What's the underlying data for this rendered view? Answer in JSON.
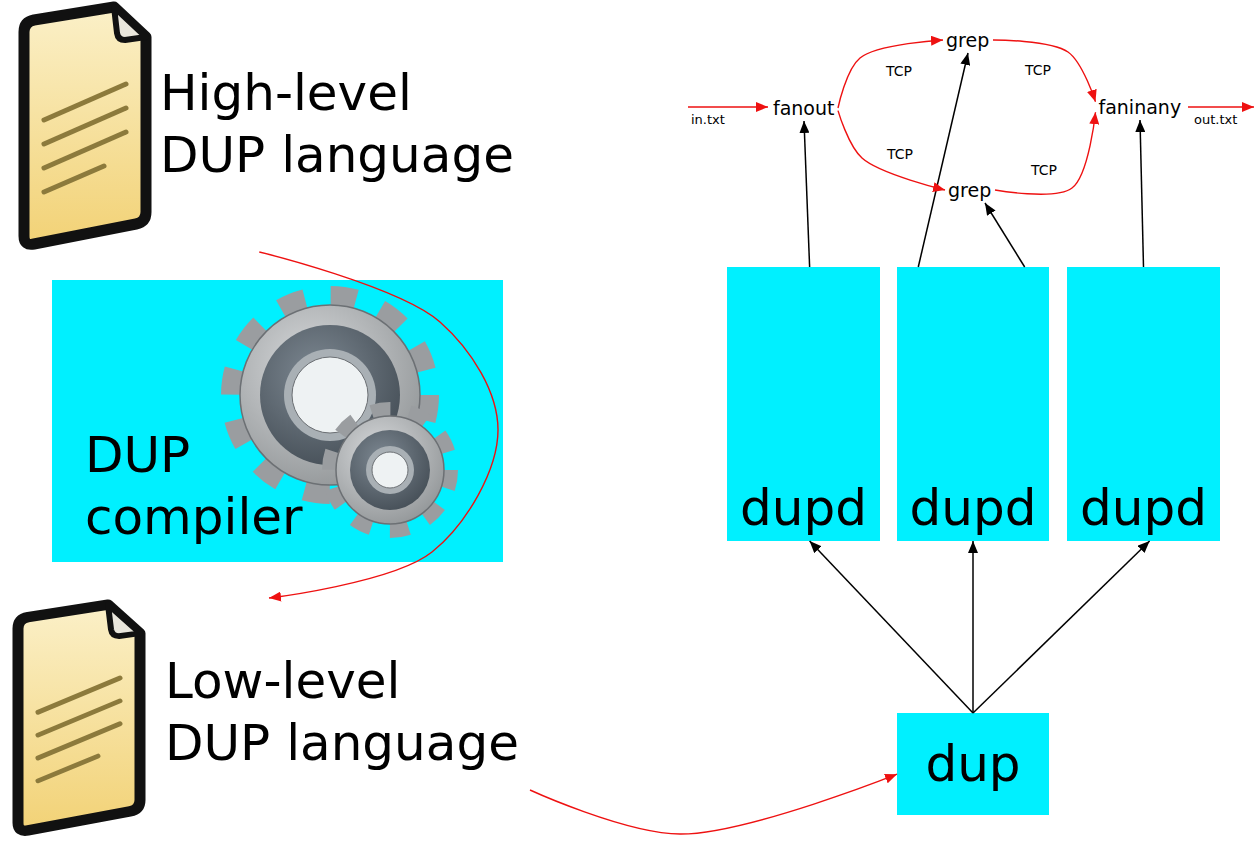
{
  "diagram": {
    "nodes": [
      {
        "text": [
          "High-level DUP language"
        ]
      },
      {
        "text": [
          "DUP compiler"
        ]
      },
      {
        "text": [
          "Low-level DUP language"
        ]
      },
      {
        "text": [
          "fanout"
        ]
      },
      {
        "text": [
          "grep"
        ]
      },
      {
        "text": [
          "faninany"
        ]
      },
      {
        "text": [
          "grep"
        ]
      },
      {
        "text": [
          "dupd"
        ]
      },
      {
        "text": [
          "dupd"
        ]
      },
      {
        "text": [
          "dupd"
        ]
      },
      {
        "text": [
          "dup"
        ]
      }
    ],
    "edges": [
      {
        "from": 0,
        "to": 2,
        "arrow": "to"
      },
      {
        "from": 2,
        "to": 10,
        "arrow": "to"
      },
      {
        "from": 10,
        "to": 7,
        "arrow": "to"
      },
      {
        "from": 10,
        "to": 8,
        "arrow": "to"
      },
      {
        "from": 10,
        "to": 9,
        "arrow": "to"
      },
      {
        "from": 7,
        "to": 3,
        "arrow": "to"
      },
      {
        "from": 8,
        "to": 4,
        "arrow": "to"
      },
      {
        "from": 8,
        "to": 6,
        "arrow": "to"
      },
      {
        "from": 9,
        "to": 5,
        "arrow": "to"
      },
      {
        "from": 3,
        "to": 4,
        "label": "TCP",
        "arrow": "to"
      },
      {
        "from": 3,
        "to": 6,
        "label": "TCP",
        "arrow": "to"
      },
      {
        "from": 4,
        "to": 5,
        "label": "TCP",
        "arrow": "to"
      },
      {
        "from": 6,
        "to": 5,
        "label": "TCP",
        "arrow": "to"
      }
    ],
    "labels": [
      "in.txt",
      "out.txt"
    ]
  }
}
